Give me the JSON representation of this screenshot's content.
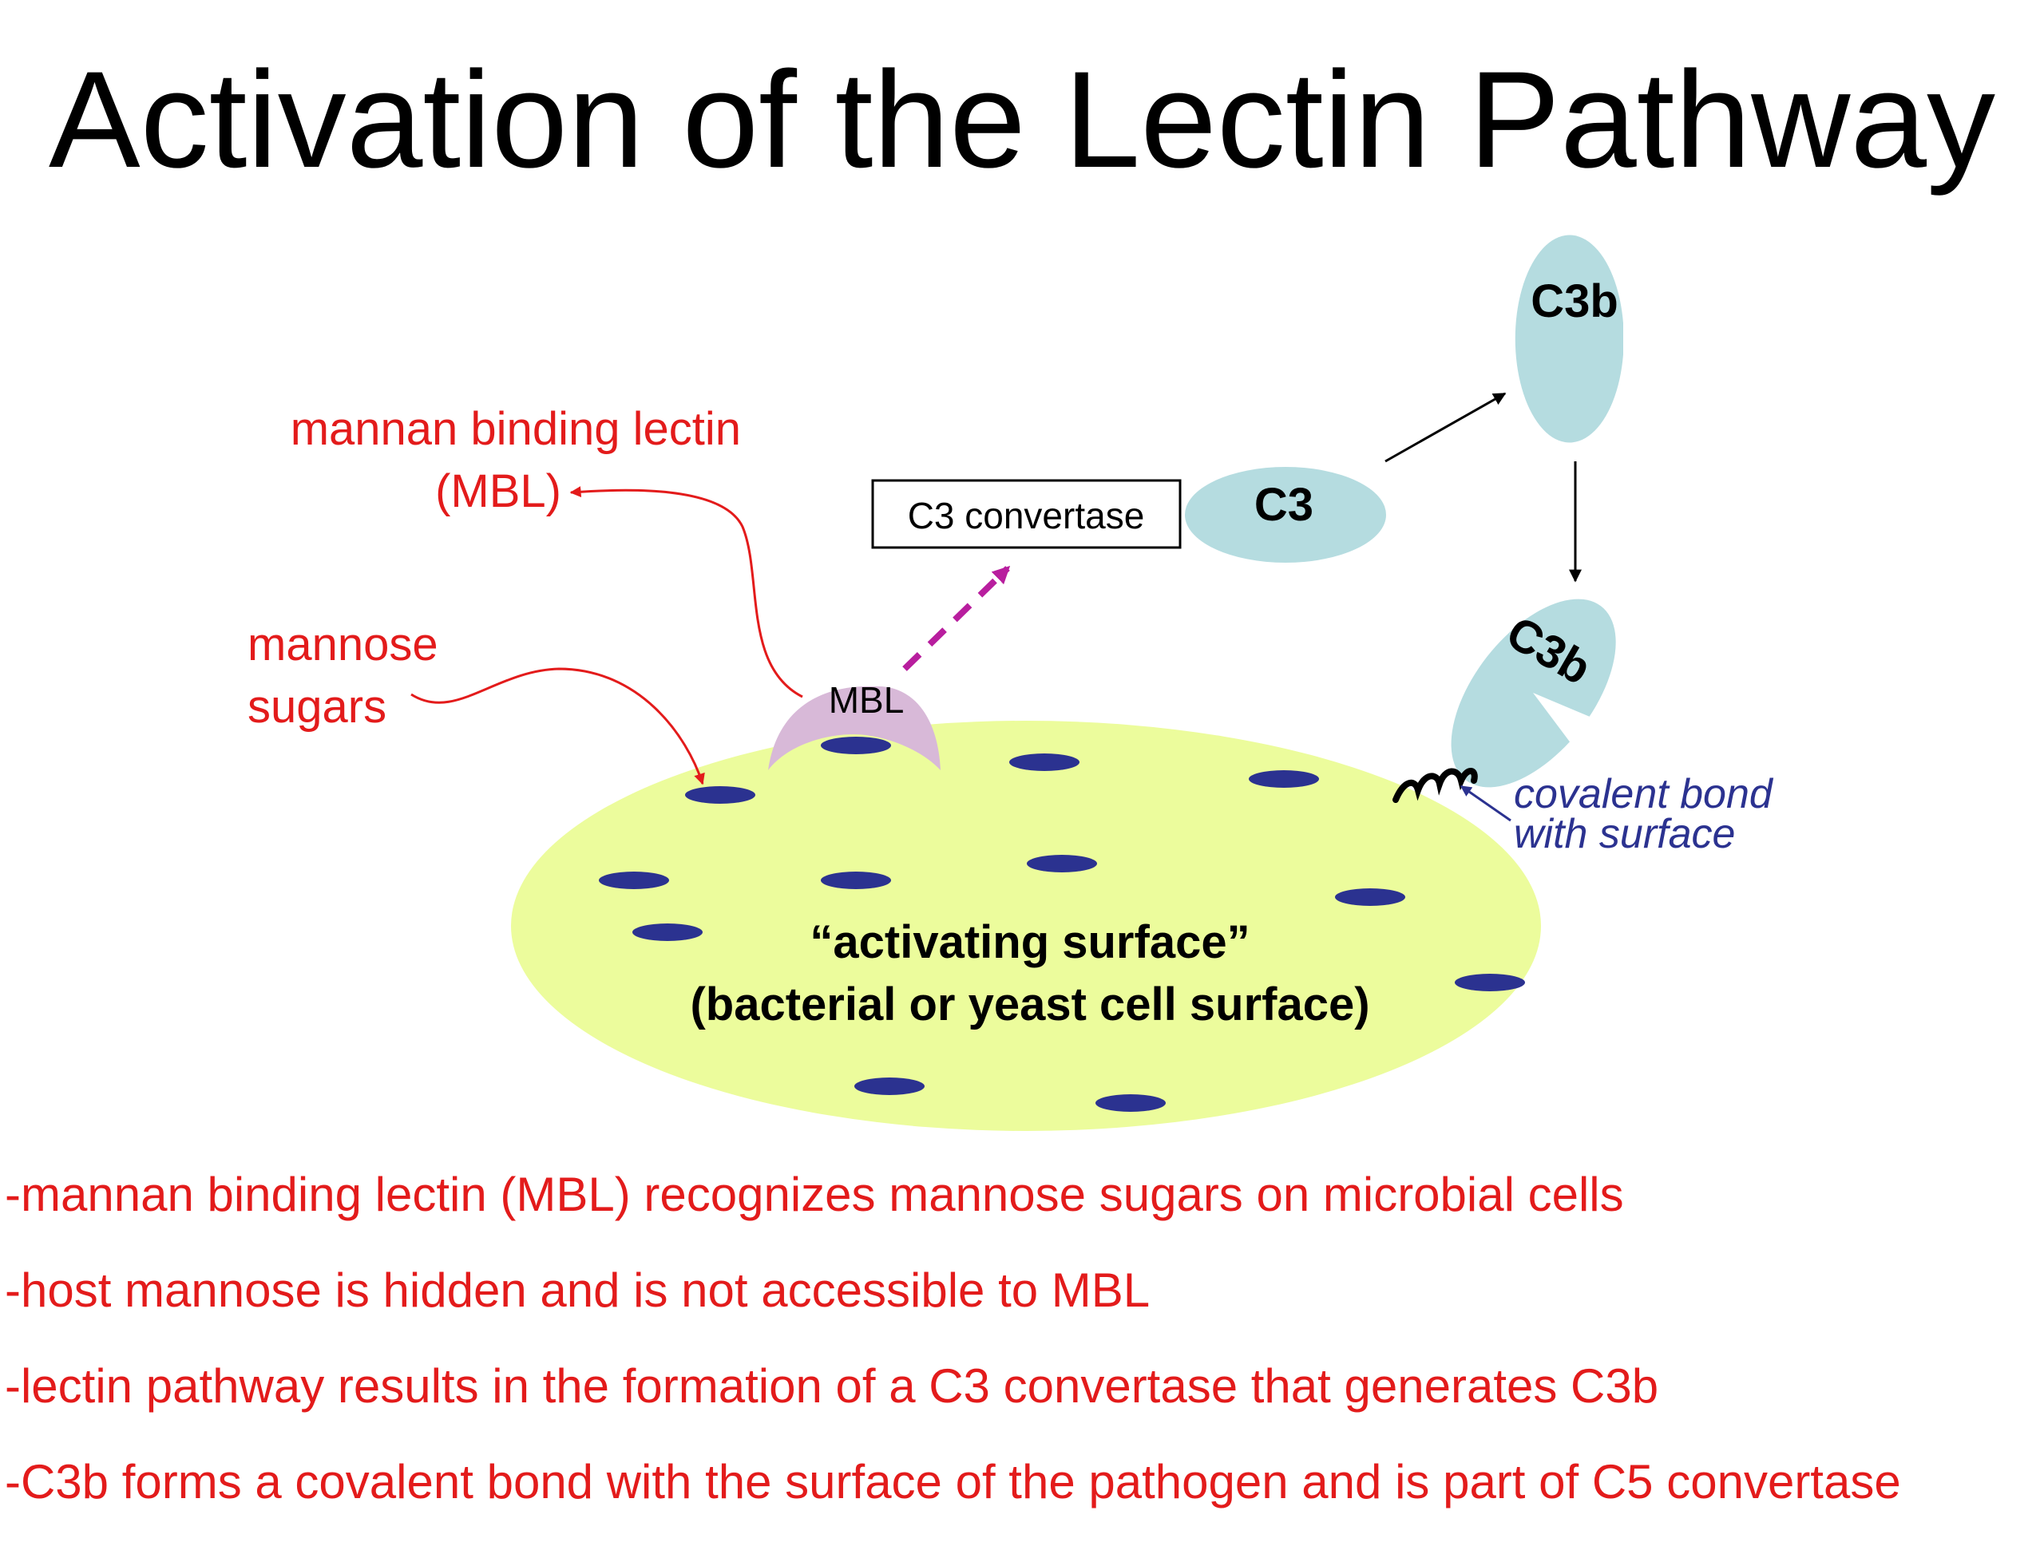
{
  "title": "Activation of the Lectin Pathway",
  "diagram": {
    "labels": {
      "mbl_full_line1": "mannan binding lectin",
      "mbl_full_line2": "(MBL)",
      "mannose_line1": "mannose",
      "mannose_line2": "sugars",
      "mbl": "MBL",
      "c3_convertase": "C3 convertase",
      "c3": "C3",
      "c3b_top": "C3b",
      "c3b_bound": "C3b",
      "covalent_line1": "covalent bond",
      "covalent_line2": "with surface",
      "surface_line1": "“activating surface”",
      "surface_line2": "(bacterial or yeast cell surface)"
    },
    "colors": {
      "red_text": "#e31b1b",
      "surface_fill": "#ecfc9c",
      "mannose_fill": "#2b3290",
      "mbl_fill": "#d8b9d8",
      "c3_fill": "#b5dce0",
      "dashed_arrow": "#b81e9e",
      "covalent_text": "#2b3290"
    }
  },
  "bullets": [
    "-mannan binding lectin (MBL) recognizes mannose sugars on microbial cells",
    "-host mannose is hidden and is not accessible to MBL",
    "-lectin pathway results in the formation of a C3 convertase that generates C3b",
    "-C3b forms a covalent bond with the surface of the pathogen and is part of C5 convertase"
  ]
}
